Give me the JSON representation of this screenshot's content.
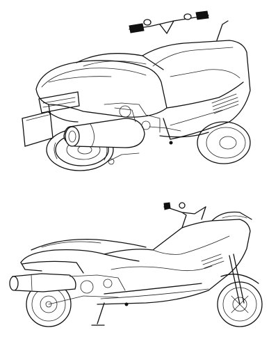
{
  "figure": {
    "views": [
      {
        "name": "rear-three-quarter-view",
        "subject": "scooter-line-drawing"
      },
      {
        "name": "side-view",
        "subject": "scooter-line-drawing"
      }
    ]
  }
}
